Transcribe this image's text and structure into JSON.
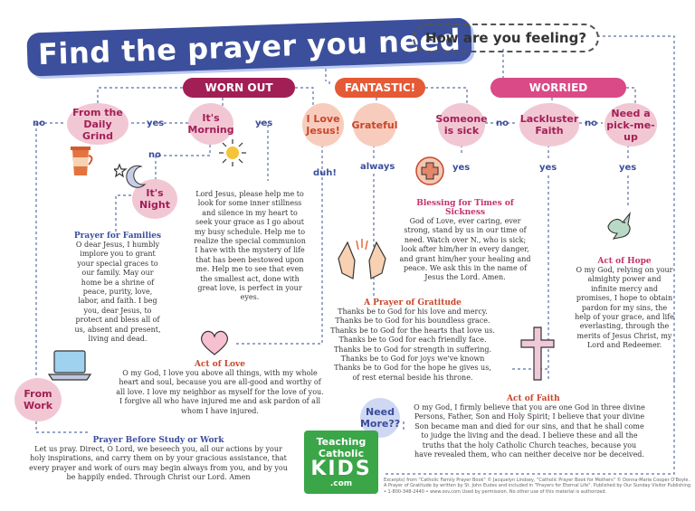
{
  "header": {
    "title": "Find the prayer you need",
    "question": "How are you feeling?"
  },
  "categories": {
    "worn_out": "WORN OUT",
    "fantastic": "FANTASTIC!",
    "worried": "WORRIED"
  },
  "nodes": {
    "daily_grind": "From the Daily Grind",
    "its_morning": "It's Morning",
    "its_night": "It's Night",
    "from_work": "From Work",
    "love_jesus": "I Love Jesus!",
    "grateful": "Grateful",
    "someone_sick": "Someone is sick",
    "lackluster_faith": "Lackluster Faith",
    "pick_me_up": "Need a pick-me-up",
    "need_more": "Need More??"
  },
  "connectors": {
    "no": "no",
    "yes": "yes",
    "duh": "duh!",
    "always": "always"
  },
  "prayers": {
    "families": {
      "title": "Prayer for Families",
      "text": "O dear Jesus, I humbly implore you to grant your special graces to our family. May our home be a shrine of peace, purity, love, labor, and faith. I beg you, dear Jesus, to protect and bless all of us, absent and present, living and dead."
    },
    "morning": {
      "text": "Lord Jesus, please help me to look for some inner stillness and silence in my heart to seek your grace as I go about my busy schedule. Help me to realize the special communion I have with the mystery of life that has been bestowed upon me. Help me to see that even the smallest act, done with great love, is perfect in your eyes."
    },
    "love": {
      "title": "Act of Love",
      "text": "O my God, I love you above all things, with my whole heart and soul, because you are all-good and worthy of all love. I love my neighbor as myself for the love of you. I forgive all who have injured me and ask pardon of all whom I have injured."
    },
    "study": {
      "title": "Prayer Before Study or Work",
      "text": "Let us pray. Direct, O Lord, we beseech you, all our actions by your holy inspirations, and carry them on by your gracious assistance, that every prayer and work of ours may begin always from you, and by you be happily ended. Through Christ our Lord. Amen"
    },
    "sickness": {
      "title": "Blessing for Times of Sickness",
      "text": "God of Love, ever caring, ever strong, stand by us in our time of need. Watch over N., who is sick; look after him/her in every danger, and grant him/her your healing and peace. We ask this in the name of Jesus the Lord. Amen."
    },
    "gratitude": {
      "title": "A Prayer of Gratitude",
      "lines": [
        "Thanks be to God for his love and mercy.",
        "Thanks be to God for his boundless grace.",
        "Thanks be to God for the hearts that love us.",
        "Thanks be to God for each friendly face.",
        "Thanks be to God for strength in suffering.",
        "Thanks be to God for joys we've known",
        "Thanks be to God for the hope he gives us,",
        "of rest eternal beside his throne."
      ]
    },
    "hope": {
      "title": "Act of Hope",
      "text": "O my God, relying on your almighty power and infinite mercy and promises, I hope to obtain pardon for my sins, the help of your grace, and life everlasting, through the merits of Jesus Christ, my Lord and Redeemer."
    },
    "faith": {
      "title": "Act of Faith",
      "text": "O my God, I firmly believe that you are one God in three divine Persons, Father, Son and Holy Spirit; I believe that your divine Son became man and died for our sins, and that he shall come to judge the living and the dead. I believe these and all the truths that the holy Catholic Church teaches, because you have revealed them, who can neither deceive nor be deceived."
    }
  },
  "logo": {
    "line1": "Teaching",
    "line2": "Catholic",
    "line3": "KIDS",
    "line4": ".com"
  },
  "footer": "Excerpts) from \"Catholic Family Prayer Book\" © Jacquelyn Lindsey, \"Catholic Prayer Book for Mothers\" © Donna-Marie Cooper O'Boyle. A Prayer of Gratitude by written by St. John Eudes and included in \"Prayers for Eternal Life\". Published by Our Sunday Visitor Publishing • 1-800-348-2440 • www.osv.com Used by permission. No other use of this material is authorized.",
  "colors": {
    "navy": "#3c4f9c",
    "magenta": "#a21f56",
    "orange": "#e55a36",
    "pink": "#d94a87",
    "green": "#3aa648"
  }
}
